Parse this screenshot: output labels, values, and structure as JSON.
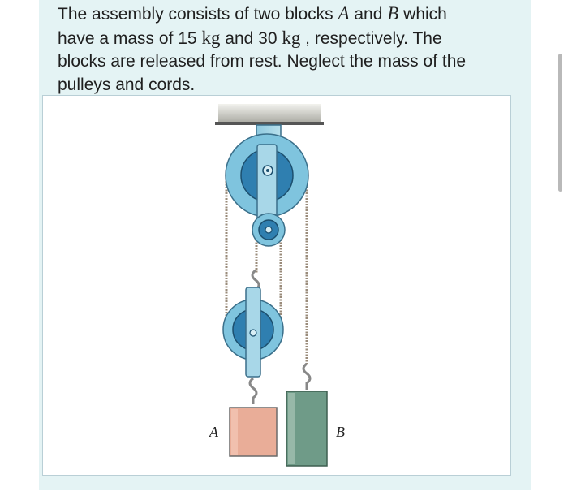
{
  "problem": {
    "line1_a": "The assembly consists of two blocks ",
    "var_a": "A",
    "line1_b": " and ",
    "var_b": "B",
    "line1_c": " which",
    "line2_a": "have a mass of 15 ",
    "unit_1": "kg",
    "line2_b": " and 30 ",
    "unit_2": "kg",
    "line2_c": " , respectively. The",
    "line3": "blocks are released from rest. Neglect the mass of the",
    "line4": "pulleys and cords."
  },
  "figure": {
    "label_a": "A",
    "label_b": "B"
  },
  "colors": {
    "card_background": "#e4f3f4",
    "pulley_outer": "#7fc4de",
    "pulley_inner": "#2f7fb0",
    "block_a": "#e9ad98",
    "block_b": "#6f9b88",
    "cord": "#9a8b7a"
  }
}
